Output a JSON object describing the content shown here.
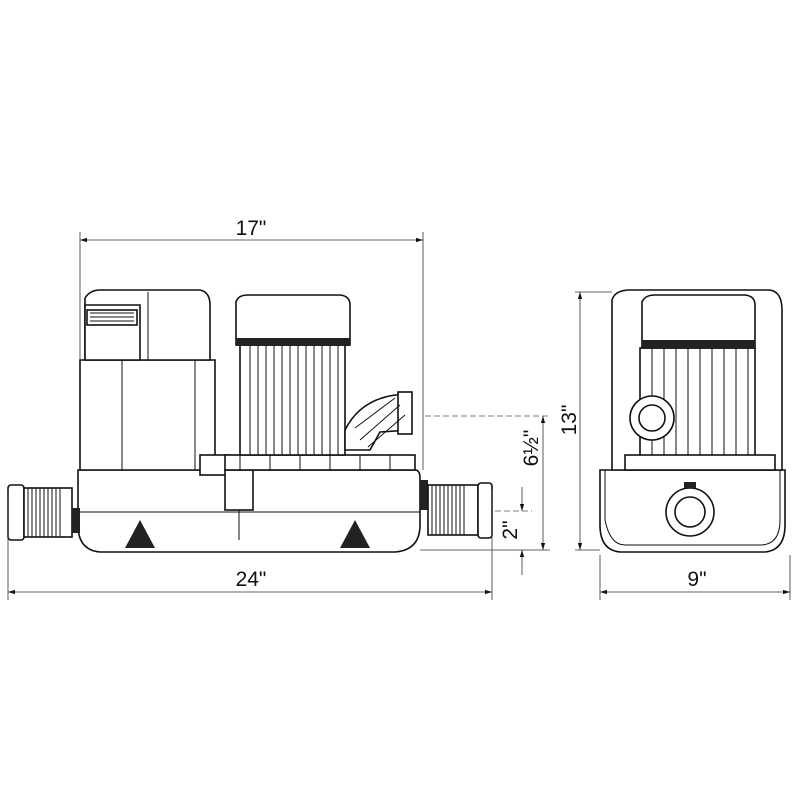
{
  "dimensions": {
    "front_width_top": "17\"",
    "front_width_overall": "24\"",
    "height_overall": "13\"",
    "outlet_height": "6½\"",
    "inlet_height": "2\"",
    "side_depth": "9\""
  },
  "colors": {
    "line": "#111111",
    "background": "#ffffff"
  }
}
